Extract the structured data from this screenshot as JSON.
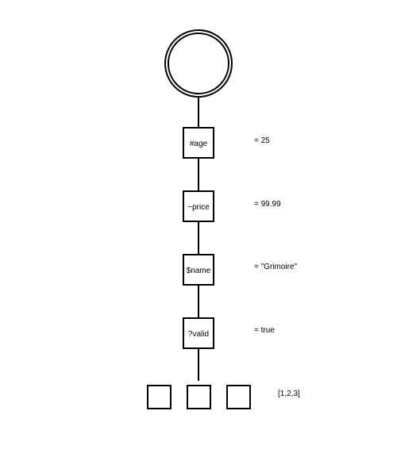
{
  "diagram": {
    "nodes": [
      {
        "label": "#age",
        "value": "= 25"
      },
      {
        "label": "~price",
        "value": "= 99.99"
      },
      {
        "label": "$name",
        "value": "= \"Grimoire\""
      },
      {
        "label": "?valid",
        "value": "= true"
      }
    ],
    "array": {
      "label": "[1,2,3]",
      "count": 3
    }
  }
}
